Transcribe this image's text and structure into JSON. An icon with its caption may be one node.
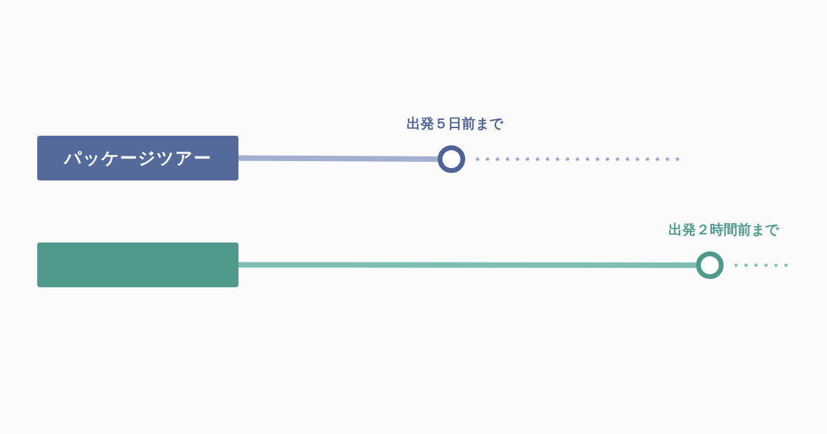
{
  "diagram": {
    "nodes": [
      {
        "text": [
          "パッケージツアー"
        ]
      },
      {
        "text": [],
        "shape": "circle",
        "beside": [
          "出発５日前まで"
        ]
      },
      {
        "text": [],
        "shape": "box"
      },
      {
        "text": [],
        "shape": "circle",
        "beside": [
          "出発２時間前まで"
        ]
      }
    ],
    "edges": [
      {
        "from": 0,
        "to": 1,
        "arrow": "none",
        "color": "#a3aed0"
      },
      {
        "from": 1,
        "to": null,
        "arrow": "none",
        "style": "dashed",
        "color": "#9fa8cf"
      },
      {
        "from": 2,
        "to": 3,
        "arrow": "none",
        "color": "#7dbdb2"
      },
      {
        "from": 3,
        "to": null,
        "arrow": "none",
        "style": "dashed",
        "color": "#86c2b8"
      }
    ]
  }
}
